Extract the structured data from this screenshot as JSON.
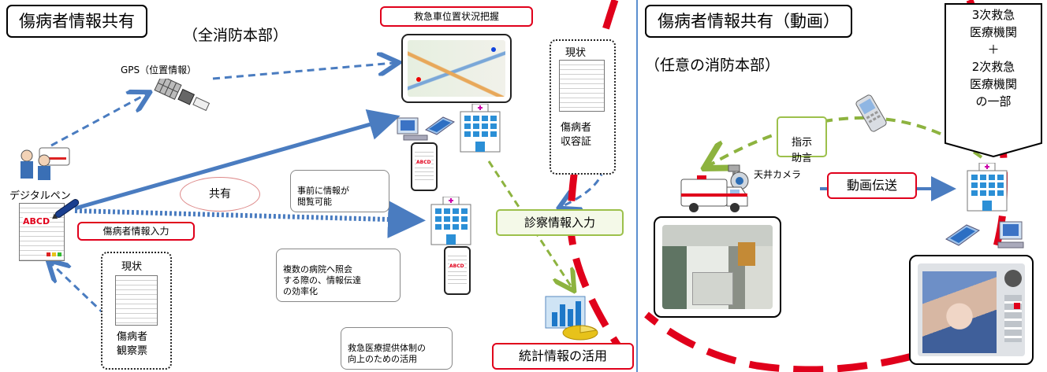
{
  "left_section": {
    "title": "傷病者情報共有",
    "subtitle": "（全消防本部）",
    "gps_label": "GPS（位置情報）",
    "pen_label": "デジタルペン",
    "form_text": "ABCD",
    "input_label": "傷病者情報入力",
    "current_top_label": "現状",
    "current_top_doc_label": "傷病者\n収容証",
    "ambulance_location_label": "救急車位置状況把握",
    "share_label": "共有",
    "callout_advance": "事前に情報が\n閲覧可能",
    "callout_multi": "複数の病院へ照会\nする際の、情報伝達\nの効率化",
    "exam_input_label": "診察情報入力",
    "callout_stats": "救急医療提供体制の\n向上のための活用",
    "stats_label": "統計情報の活用",
    "current_bottom_label": "現状",
    "current_bottom_doc_label": "傷病者\n観察票"
  },
  "right_section": {
    "title": "傷病者情報共有（動画）",
    "subtitle": "（任意の消防本部）",
    "instruction_label": "指示\n助言",
    "camera_label": "天井カメラ",
    "video_label": "動画伝送",
    "hospital_box_label": "3次救急\n医療機関\n＋\n2次救急\n医療機関\nの一部"
  },
  "colors": {
    "red": "#e0001b",
    "blue_arrow": "#4a7cc0",
    "green_arrow": "#8db33f",
    "divider": "#5b8fcf"
  }
}
